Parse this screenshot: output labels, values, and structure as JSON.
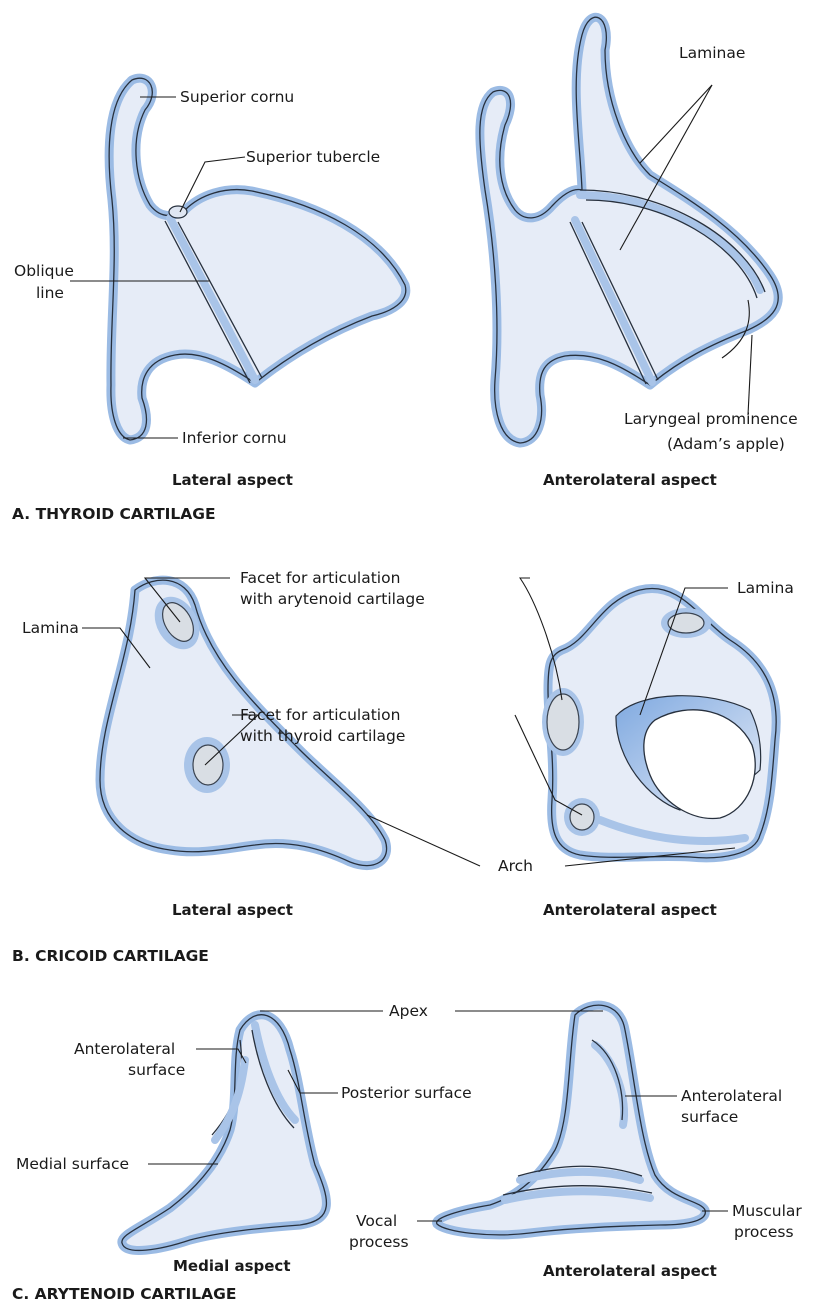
{
  "thyroid": {
    "section_title": "A. THYROID CARTILAGE",
    "lateral": {
      "caption": "Lateral aspect",
      "superior_cornu": "Superior cornu",
      "superior_tubercle": "Superior tubercle",
      "oblique_line_1": "Oblique",
      "oblique_line_2": "line",
      "inferior_cornu": "Inferior cornu"
    },
    "anterolateral": {
      "caption": "Anterolateral aspect",
      "laminae": "Laminae",
      "laryngeal_prominence_1": "Laryngeal prominence",
      "laryngeal_prominence_2": "(Adam’s apple)"
    }
  },
  "cricoid": {
    "section_title": "B. CRICOID CARTILAGE",
    "facet_arytenoid_1": "Facet for articulation",
    "facet_arytenoid_2": "with arytenoid cartilage",
    "facet_thyroid_1": "Facet for articulation",
    "facet_thyroid_2": "with thyroid cartilage",
    "arch": "Arch",
    "lateral": {
      "caption": "Lateral aspect",
      "lamina": "Lamina"
    },
    "anterolateral": {
      "caption": "Anterolateral aspect",
      "lamina": "Lamina"
    }
  },
  "arytenoid": {
    "section_title": "C. ARYTENOID CARTILAGE",
    "apex": "Apex",
    "medial": {
      "caption": "Medial aspect",
      "anterolateral_surface_1": "Anterolateral",
      "anterolateral_surface_2": "surface",
      "posterior_surface": "Posterior surface",
      "medial_surface": "Medial surface"
    },
    "anterolateral": {
      "caption": "Anterolateral aspect",
      "anterolateral_surface_1": "Anterolateral",
      "anterolateral_surface_2": "surface",
      "vocal_process_1": "Vocal",
      "vocal_process_2": "process",
      "muscular_process_1": "Muscular",
      "muscular_process_2": "process"
    }
  },
  "colors": {
    "cartilage_fill": "#e6ecf7",
    "cartilage_rim": "#9bbbe4",
    "outline": "#27303d",
    "text": "#1a1a1a"
  }
}
